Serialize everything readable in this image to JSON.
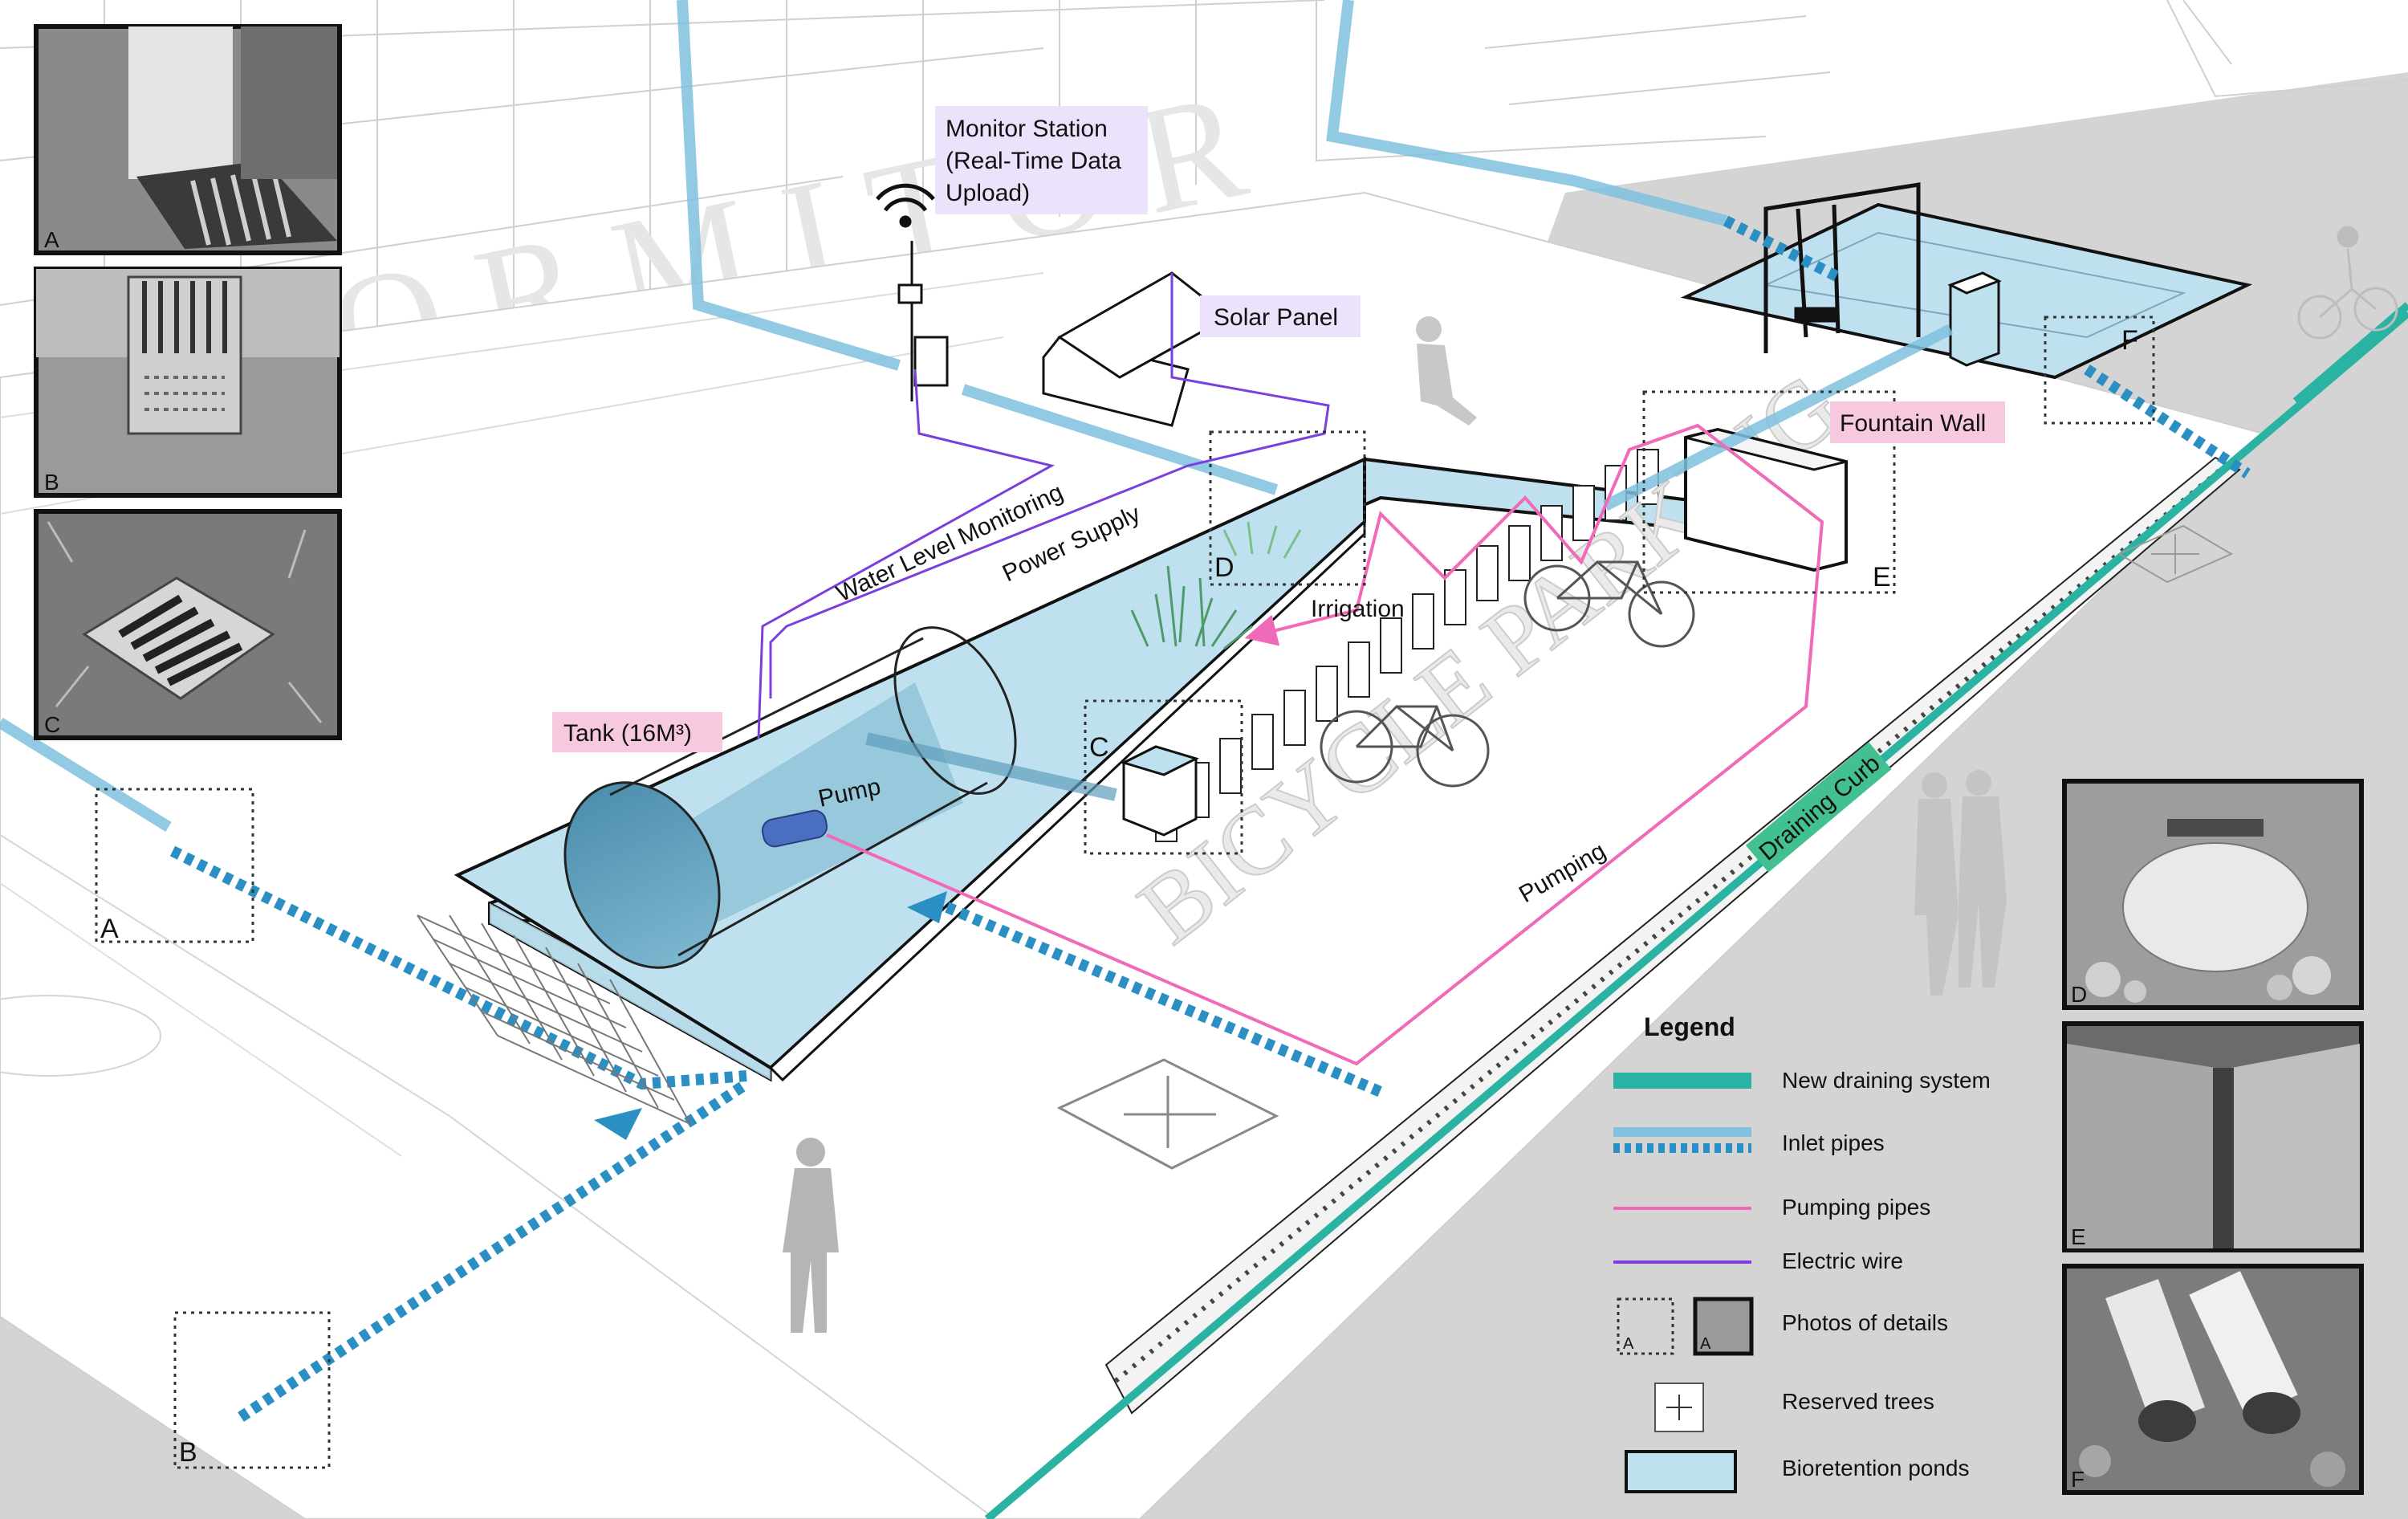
{
  "labels": {
    "monitor_station": [
      "Monitor Station",
      "(Real-Time Data",
      "Upload)"
    ],
    "solar_panel": "Solar Panel",
    "fountain_wall": "Fountain Wall",
    "water_level_monitoring": "Water Level Monitoring",
    "power_supply": "Power Supply",
    "irrigation": "Irrigation",
    "tank": "Tank (16M³)",
    "pump": "Pump",
    "pumping": "Pumping",
    "draining_curb": "Draining Curb",
    "bicycle_parking": "BICYCLE PARKING",
    "building_lettering": "O R M I T O R"
  },
  "callouts": {
    "a": "A",
    "b": "B",
    "c": "C",
    "d": "D",
    "e": "E",
    "f": "F"
  },
  "photos_left": [
    "A",
    "B",
    "C"
  ],
  "photos_right": [
    "D",
    "E",
    "F"
  ],
  "legend": {
    "title": "Legend",
    "items": [
      {
        "label": "New draining system",
        "color": "#2ab3a3"
      },
      {
        "label": "Inlet pipes",
        "color": "#2b8fc4"
      },
      {
        "label": "Pumping pipes",
        "color": "#f06ab7"
      },
      {
        "label": "Electric wire",
        "color": "#7b3fe0"
      },
      {
        "label": "Photos of details",
        "color": "#333333"
      },
      {
        "label": "Reserved trees",
        "color": "#555555"
      },
      {
        "label": "Bioretention ponds",
        "color": "#bfe0ee"
      }
    ],
    "photo_sample_letter": "A"
  },
  "colors": {
    "pond": "#bfe0ee",
    "pond_dark": "#5f9fbe",
    "inlet": "#2b8fc4",
    "drain": "#2ab3a3",
    "pumping": "#f06ab7",
    "electric": "#7b3fe0",
    "label_violet": "#ece2fb",
    "label_pink": "#f7c9df",
    "label_green": "#42c08f",
    "road": "#d4d4d4"
  }
}
